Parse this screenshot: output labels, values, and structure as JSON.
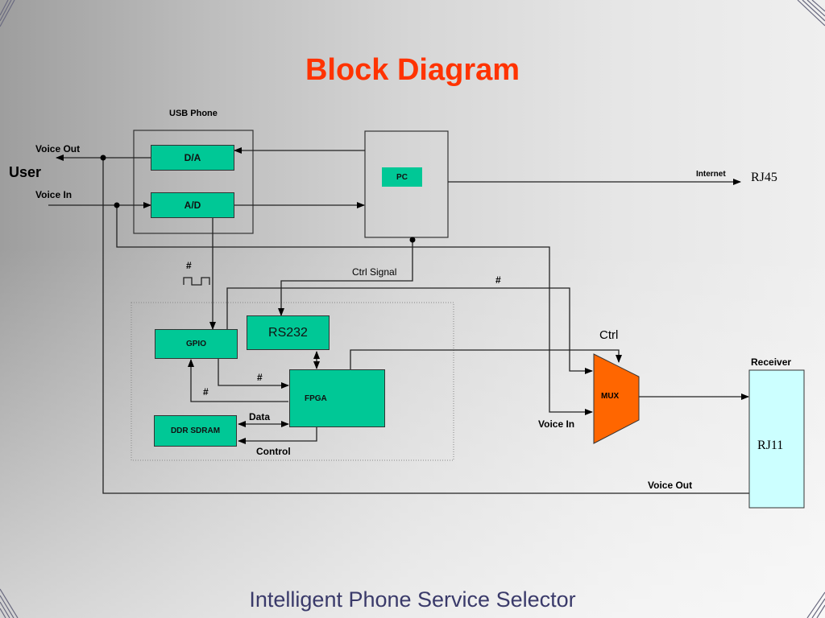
{
  "slide": {
    "title": "Block Diagram",
    "footer": "Intelligent Phone Service Selector"
  },
  "colors": {
    "title": "#ff3300",
    "block_fill": "#00c896",
    "mux_fill": "#ff6600",
    "receiver_fill": "#ccffff",
    "footer": "#3a3a6a"
  },
  "diagram": {
    "user_label": "User",
    "usb_phone_label": "USB Phone",
    "voice_out_label": "Voice Out",
    "voice_in_label": "Voice In",
    "da_block": "D/A",
    "ad_block": "A/D",
    "pc_block": "PC",
    "internet_label": "Internet",
    "rj45_label": "RJ45",
    "hash_label": "#",
    "ctrl_signal_label": "Ctrl Signal",
    "gpio_block": "GPIO",
    "rs232_block": "RS232",
    "fpga_block": "FPGA",
    "ddr_block": "DDR SDRAM",
    "data_label": "Data",
    "control_label": "Control",
    "ctrl_label": "Ctrl",
    "mux_block": "MUX",
    "mux_voice_in_label": "Voice In",
    "receiver_label": "Receiver",
    "rj11_label": "RJ11",
    "bottom_voice_out_label": "Voice Out"
  }
}
